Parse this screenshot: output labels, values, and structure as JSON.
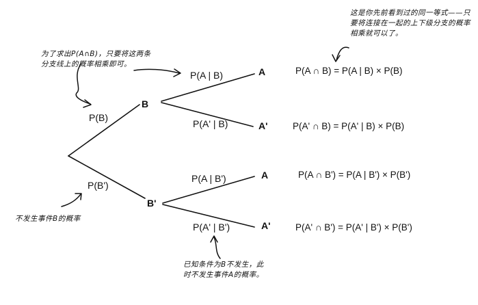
{
  "tree": {
    "nodes": {
      "b": "B",
      "b_prime": "B'",
      "a_1": "A",
      "a_prime_1": "A'",
      "a_2": "A",
      "a_prime_2": "A'"
    },
    "edge_labels": {
      "p_b": "P(B)",
      "p_b_prime": "P(B')",
      "p_a_given_b": "P(A | B)",
      "p_a_prime_given_b": "P(A' | B)",
      "p_a_given_b_prime": "P(A | B')",
      "p_a_prime_given_b_prime": "P(A' | B')"
    },
    "formulas": {
      "f1": "P(A ∩ B) = P(A | B) × P(B)",
      "f2": "P(A' ∩ B) = P(A' | B) × P(B)",
      "f3": "P(A ∩ B') = P(A | B') × P(B')",
      "f4": "P(A' ∩ B') = P(A' | B') × P(B')"
    }
  },
  "notes": {
    "top_left": "为了求出P(A∩B)，只要将这两条分支线上的概率相乘即可。",
    "top_right": "这是你先前看到过的同一等式——只要将连接在一起的上下级分支的概率相乘就可以了。",
    "left_bottom": "不发生事件B的概率",
    "bottom": "已知条件为B不发生，此时不发生事件A的概率。"
  }
}
